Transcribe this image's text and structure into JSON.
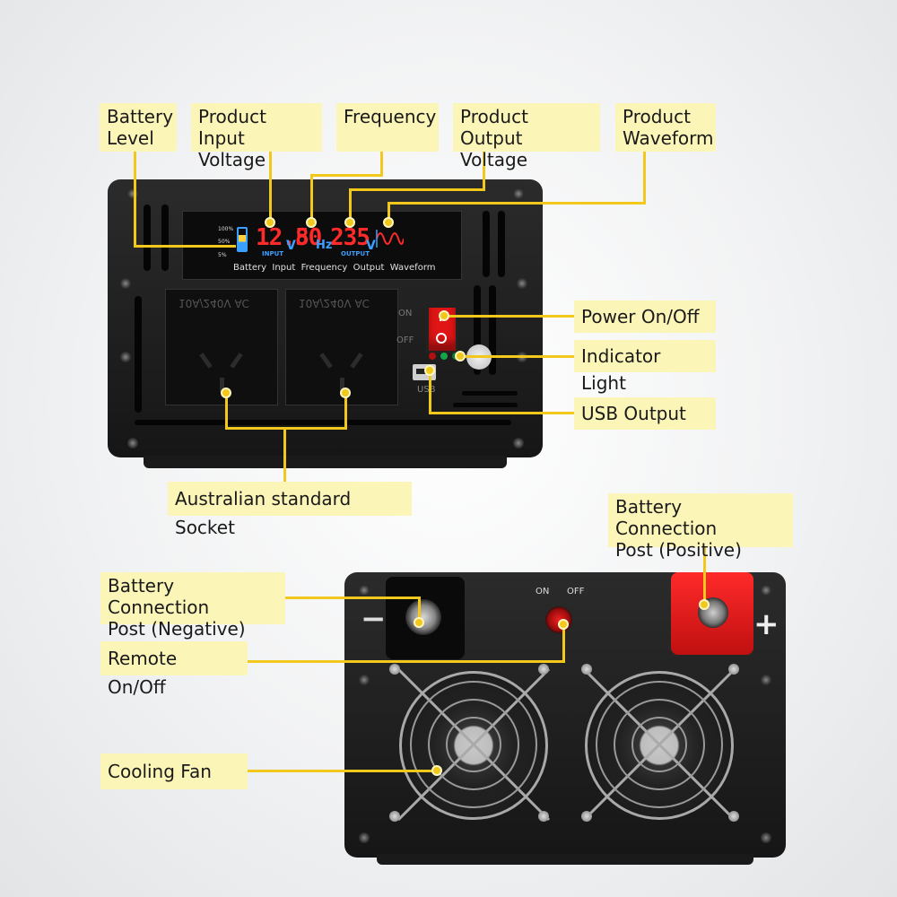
{
  "labels": {
    "battery_level": "Battery\nLevel",
    "input_voltage": "Product\nInput Voltage",
    "frequency": "Frequency",
    "output_voltage": "Product\nOutput Voltage",
    "waveform": "Product\nWaveform",
    "power_switch": "Power On/Off",
    "indicator_light": "Indicator Light",
    "usb_output": "USB Output",
    "socket": "Australian standard Socket",
    "positive_post": "Battery Connection\nPost (Positive)",
    "negative_post": "Battery Connection\nPost (Negative)",
    "remote_switch": "Remote On/Off",
    "cooling_fan": "Cooling Fan"
  },
  "display": {
    "battery_levels": [
      "100%",
      "50%",
      "5%"
    ],
    "input_value": "12.8",
    "input_unit": "V",
    "input_caption": "INPUT",
    "frequency_value": "50",
    "frequency_unit": "Hz",
    "output_value": "235",
    "output_unit": "V",
    "output_caption": "OUTPUT",
    "captions": "Battery  Input  Frequency  Output  Waveform"
  },
  "front_panel": {
    "switch_on": "ON",
    "switch_off": "OFF",
    "usb_label": "USB",
    "socket_rating": "10A/240V AC"
  },
  "rear_panel": {
    "remote_on": "ON",
    "remote_off": "OFF",
    "negative_sign": "−",
    "positive_sign": "+"
  },
  "colors": {
    "callout_line": "#f2c81c",
    "callout_box": "#fbf5b8",
    "digits": "#ff2a2a",
    "units": "#3aa0ff",
    "positive_post": "#e01515"
  }
}
